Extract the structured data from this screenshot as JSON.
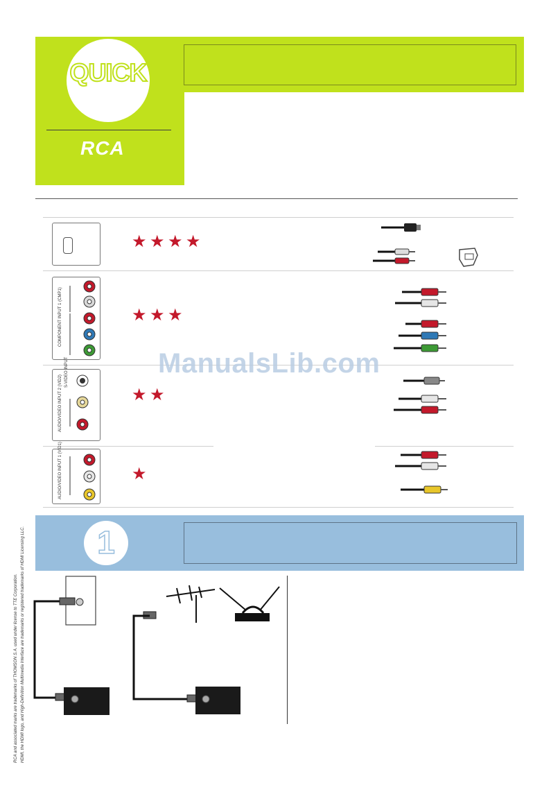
{
  "header": {
    "quick_label": "QUICK",
    "brand": "RCA",
    "accent_color": "#c0e11c"
  },
  "connections": [
    {
      "id": "hdmi",
      "stars": 4,
      "panel_label": ""
    },
    {
      "id": "component",
      "stars": 3,
      "panel_label": "COMPONENT INPUT 1 (CMP1)"
    },
    {
      "id": "svideo",
      "stars": 2,
      "panel_label": "AUDIO/VIDEO INPUT 2 (VID2)",
      "panel_label_2": "S-VIDEO INPUT"
    },
    {
      "id": "composite",
      "stars": 1,
      "panel_label": "AUDIO/VIDEO INPUT 1 (VID1)"
    }
  ],
  "step": {
    "number": "1",
    "band_color": "#98bedd"
  },
  "watermark": "ManualsLib.com",
  "legal": {
    "line1": "RCA and associated marks are trademarks of THOMSON S.A. used under license to TTE Corporation.",
    "line2": "HDMI, the HDMI logo, and High-Definition Multimedia Interface are trademarks or registered trademarks of HDMI Licensing LLC."
  }
}
